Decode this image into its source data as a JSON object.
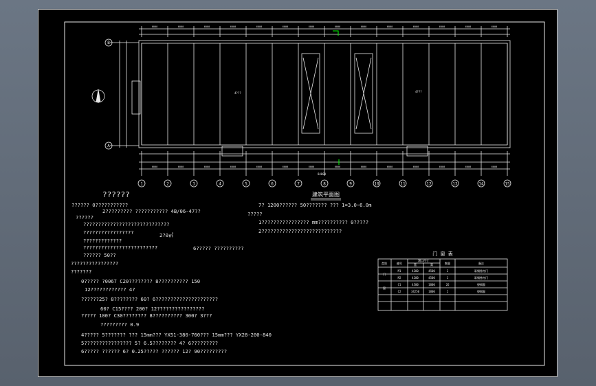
{
  "drawing": {
    "plan_title": "建筑平面图",
    "notes_heading": "??????",
    "left_notes": [
      "??????   0???????????",
      "??????",
      "2?????????   ???????????   4B/06-47??",
      "?????????????????????????????",
      "?????????????????",
      "2?0㎡",
      "?????????????",
      "?????????????????????????",
      "6?????   ??????????",
      "??????   50??",
      "????????????????",
      "???????",
      "0?????   ?0067 C20????????   8??????????   150",
      "12????????????   4?",
      "??????25? 8????????   60? 6?????????????????????",
      "60? C15???? 200? 12????????????????",
      "?????   100? C30????????   8??????????   300? 3???",
      "?????????   0.9",
      "4?????   5???????   ???   15mm???   YX51-380-760???   15mm???   YX28-200-840",
      "5????????????????   5? 6.5????????   4? 6?????????",
      "6?????   ??????   6? 0.25?????   ??????   12? 90?????????"
    ],
    "right_notes": [
      "7?   1200??????   50???????   ???   1=3.0~6.0m",
      "?????",
      "1????????????????   mm??????????   0?????",
      "2???????????????????????????"
    ],
    "table": {
      "title": "门  窗  表",
      "header": [
        "类别",
        "编号",
        "洞口尺寸",
        "宽",
        "高",
        "数量",
        "备注"
      ],
      "rows": [
        [
          "门",
          "M1",
          "4200",
          "4500",
          "2",
          "彩钢卷帘门"
        ],
        [
          "",
          "M2",
          "4200",
          "4500",
          "1",
          "彩钢卷帘门"
        ],
        [
          "窗",
          "C1",
          "4500",
          "1800",
          "26",
          "塑钢窗"
        ],
        [
          "",
          "C2",
          "34250",
          "1800",
          "2",
          "塑钢窗"
        ]
      ]
    },
    "axis_numbers": [
      "1",
      "2",
      "3",
      "4",
      "5",
      "6",
      "7",
      "8",
      "9",
      "10",
      "11",
      "12",
      "13",
      "14",
      "15"
    ],
    "axis_letters": [
      "B",
      "A"
    ],
    "dim_top": "6000",
    "dim_bottom_total": "84000",
    "colors": {
      "line": "#e8e8e8",
      "background": "#000000",
      "accent_green": "#00ff00"
    }
  }
}
